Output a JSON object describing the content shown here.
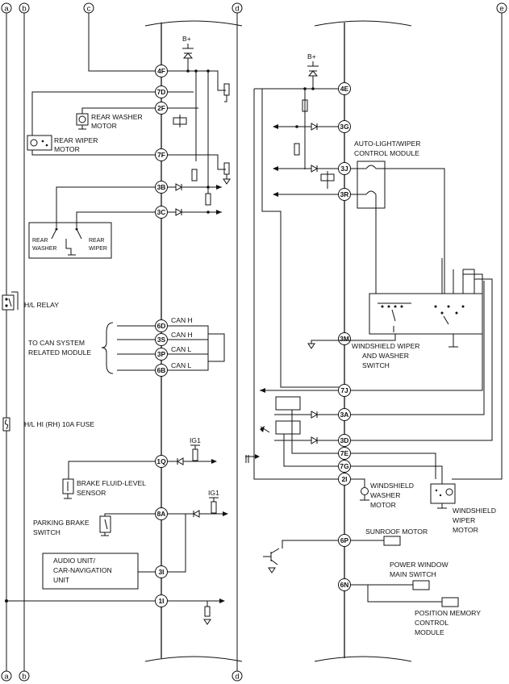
{
  "connector_refs": {
    "a": "a",
    "b": "b",
    "c": "c",
    "d": "d",
    "e": "e"
  },
  "power": {
    "bplus": "B+",
    "ig1": "IG1"
  },
  "left_pins": [
    "4F",
    "7D",
    "2F",
    "7F",
    "3B",
    "3C",
    "6D",
    "3S",
    "3P",
    "6B",
    "1Q",
    "8A",
    "3I",
    "1I"
  ],
  "right_pins": [
    "4E",
    "3G",
    "3J",
    "3R",
    "3M",
    "7J",
    "3A",
    "3D",
    "7E",
    "7G",
    "2I",
    "6P",
    "6N"
  ],
  "can": {
    "h1": "CAN H",
    "h2": "CAN H",
    "l1": "CAN L",
    "l2": "CAN L"
  },
  "labels": {
    "rear_washer_motor_1": "REAR WASHER",
    "rear_washer_motor_2": "MOTOR",
    "rear_wiper_motor_1": "REAR WIPER",
    "rear_wiper_motor_2": "MOTOR",
    "rear_switch_washer_1": "REAR",
    "rear_switch_washer_2": "WASHER",
    "rear_switch_wiper_1": "REAR",
    "rear_switch_wiper_2": "WIPER",
    "hl_relay": "H/L RELAY",
    "to_can_1": "TO CAN SYSTEM",
    "to_can_2": "RELATED MODULE",
    "hl_fuse": "H/L HI (RH) 10A FUSE",
    "brake_fluid_1": "BRAKE FLUID-LEVEL",
    "brake_fluid_2": "SENSOR",
    "parking_brake_1": "PARKING BRAKE",
    "parking_brake_2": "SWITCH",
    "audio_1": "AUDIO UNIT/",
    "audio_2": "CAR-NAVIGATION",
    "audio_3": "UNIT",
    "autolight_1": "AUTO-LIGHT/WIPER",
    "autolight_2": "CONTROL MODULE",
    "ws_switch_1": "WINDSHIELD WIPER",
    "ws_switch_2": "AND WASHER",
    "ws_switch_3": "SWITCH",
    "ws_washer_1": "WINDSHIELD",
    "ws_washer_2": "WASHER",
    "ws_washer_3": "MOTOR",
    "ws_wiper_1": "WINDSHIELD",
    "ws_wiper_2": "WIPER",
    "ws_wiper_3": "MOTOR",
    "sunroof": "SUNROOF MOTOR",
    "pw_1": "POWER WINDOW",
    "pw_2": "MAIN SWITCH",
    "pm_1": "POSITION MEMORY",
    "pm_2": "CONTROL",
    "pm_3": "MODULE"
  }
}
